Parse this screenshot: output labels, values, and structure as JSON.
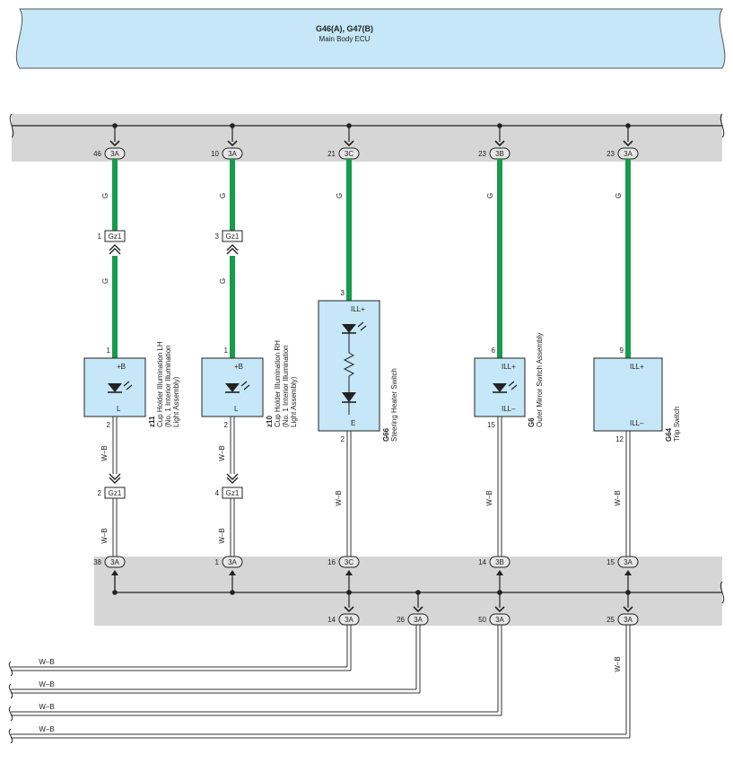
{
  "ecu": {
    "title": "G46(A), G47(B)",
    "subtitle": "Main Body ECU"
  },
  "colors": {
    "green_wire": "#169c4c",
    "ecu_fill": "#c5e7f7",
    "bus_fill": "#d6d6d6",
    "component_fill": "#c5e7f7"
  },
  "top_connectors": [
    {
      "pin": "46",
      "code": "3A",
      "wire": "G"
    },
    {
      "pin": "10",
      "code": "3A",
      "wire": "G"
    },
    {
      "pin": "21",
      "code": "3C",
      "wire": "G"
    },
    {
      "pin": "23",
      "code": "3B",
      "wire": "G"
    },
    {
      "pin": "23",
      "code": "3A",
      "wire": "G"
    }
  ],
  "inline_connectors": [
    {
      "pin": "1",
      "label": "Gz1"
    },
    {
      "pin": "3",
      "label": "Gz1"
    },
    {
      "pin": "2",
      "label": "Gz1"
    },
    {
      "pin": "4",
      "label": "Gz1"
    }
  ],
  "components": [
    {
      "id": "z11",
      "pin_in": "1",
      "pin_out": "2",
      "term_top": "+B",
      "term_bottom": "L",
      "name_lines": [
        "Cup Holder Illumination LH",
        "(No. 1 Interior Illumination",
        "Light Assembly)"
      ]
    },
    {
      "id": "z10",
      "pin_in": "1",
      "pin_out": "2",
      "term_top": "+B",
      "term_bottom": "L",
      "name_lines": [
        "Cup Holder Illumination RH",
        "(No. 1 Interior Illumination",
        "Light Assembly)"
      ]
    },
    {
      "id": "G66",
      "pin_in": "3",
      "pin_out": "2",
      "term_top": "ILL+",
      "term_bottom": "E",
      "name_lines": [
        "Steering Heater Switch"
      ]
    },
    {
      "id": "G6",
      "pin_in": "6",
      "pin_out": "15",
      "term_top": "ILL+",
      "term_bottom": "ILL–",
      "name_lines": [
        "Outer Mirror Switch Assembly"
      ]
    },
    {
      "id": "G64",
      "pin_in": "9",
      "pin_out": "12",
      "term_top": "ILL+",
      "term_bottom": "ILL–",
      "name_lines": [
        "Trip Switch"
      ]
    }
  ],
  "wire_labels": {
    "green": "G",
    "ground": "W–B"
  },
  "bottom_upper_connectors": [
    {
      "pin": "38",
      "code": "3A"
    },
    {
      "pin": "1",
      "code": "3A"
    },
    {
      "pin": "16",
      "code": "3C"
    },
    {
      "pin": "14",
      "code": "3B"
    },
    {
      "pin": "15",
      "code": "3A"
    }
  ],
  "bottom_lower_connectors": [
    {
      "pin": "14",
      "code": "3A"
    },
    {
      "pin": "26",
      "code": "3A"
    },
    {
      "pin": "50",
      "code": "3A"
    },
    {
      "pin": "25",
      "code": "3A"
    }
  ],
  "ground_labels": [
    "W–B",
    "W–B",
    "W–B",
    "W–B"
  ]
}
